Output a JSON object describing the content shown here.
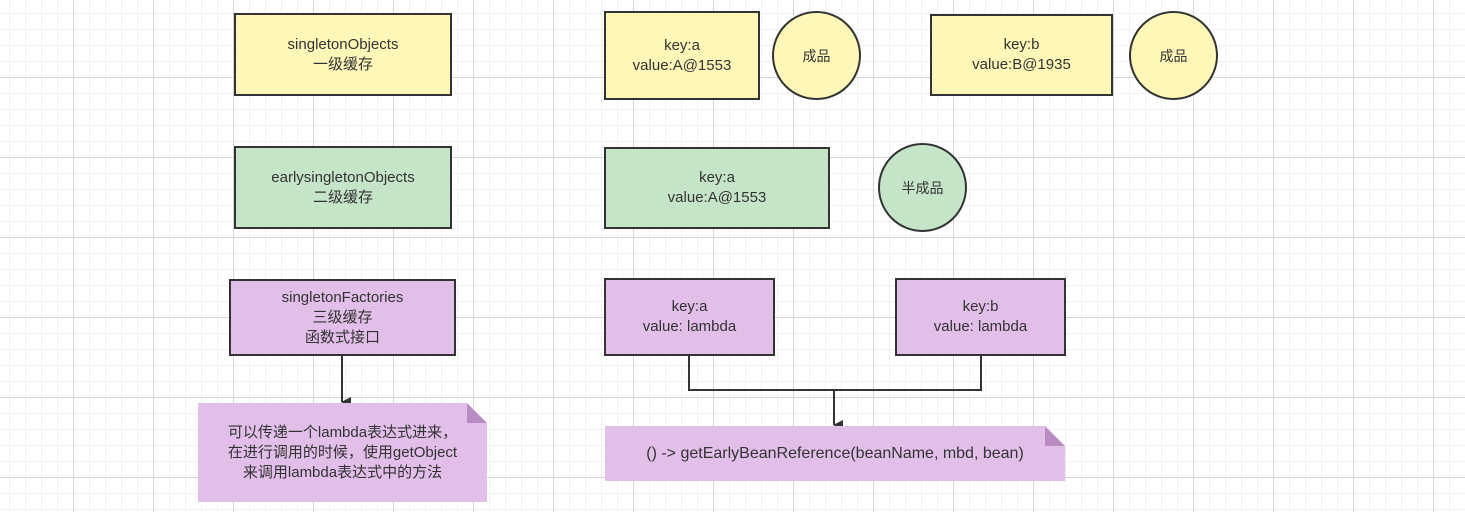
{
  "cache_levels": {
    "level1": {
      "name": "singletonObjects",
      "desc": "一级缓存"
    },
    "level2": {
      "name": "earlysingletonObjects",
      "desc": "二级缓存"
    },
    "level3": {
      "name": "singletonFactories",
      "desc": "三级缓存",
      "desc2": "函数式接口"
    }
  },
  "level1_entries": [
    {
      "key": "key:a",
      "value": "value:A@1553",
      "tag": "成品"
    },
    {
      "key": "key:b",
      "value": "value:B@1935",
      "tag": "成品"
    }
  ],
  "level2_entry": {
    "key": "key:a",
    "value": "value:A@1553",
    "tag": "半成品"
  },
  "level3_entries": [
    {
      "key": "key:a",
      "value": "value: lambda"
    },
    {
      "key": "key:b",
      "value": "value: lambda"
    }
  ],
  "notes": {
    "lambda_note": [
      "可以传递一个lambda表达式进来，",
      "在进行调用的时候，使用getObject",
      "来调用lambda表达式中的方法"
    ],
    "early_ref": "() -> getEarlyBeanReference(beanName, mbd, bean)"
  },
  "colors": {
    "stroke": "#333333",
    "yellow_fill": "#fff7b8",
    "green_fill": "#c6e5c8",
    "purple_fill": "#e1bfe8"
  }
}
